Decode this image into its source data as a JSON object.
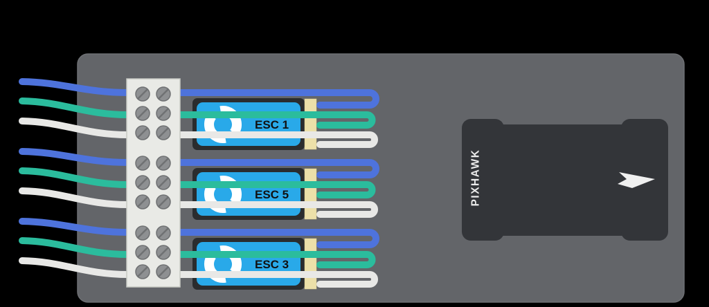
{
  "page": {
    "background_color": "#000000"
  },
  "board": {
    "color": "#636569",
    "edge_color": "#6e7074"
  },
  "terminal_block": {
    "rows": 9,
    "columns": 2,
    "color": "#e9eae6",
    "border_color": "#c8cac4",
    "screw_color": "#8e9092",
    "screw_slot_color": "#6f7173"
  },
  "wire_colors": {
    "blue": "#4e73dc",
    "teal": "#2bbc9d",
    "white": "#e8e8e6"
  },
  "escs": [
    {
      "label": "ESC 1",
      "wires": [
        "blue",
        "teal",
        "white"
      ]
    },
    {
      "label": "ESC 5",
      "wires": [
        "blue",
        "teal",
        "white"
      ]
    },
    {
      "label": "ESC 3",
      "wires": [
        "blue",
        "teal",
        "white"
      ]
    }
  ],
  "esc_style": {
    "body_color": "#29a9e9",
    "border_color": "#2a2c2e",
    "label_color": "#111111",
    "logo_color": "#ffffff",
    "logo_icon": "rotor-swirl-icon",
    "connector_color": "#ece0a9",
    "connector_edge_color": "#d9cb90"
  },
  "flight_controller": {
    "label": "PIXHAWK",
    "body_color": "#333539",
    "text_color": "#ebebeb",
    "arrow_color": "#f0f0f0",
    "arrow_icon": "pixhawk-arrow-icon"
  }
}
